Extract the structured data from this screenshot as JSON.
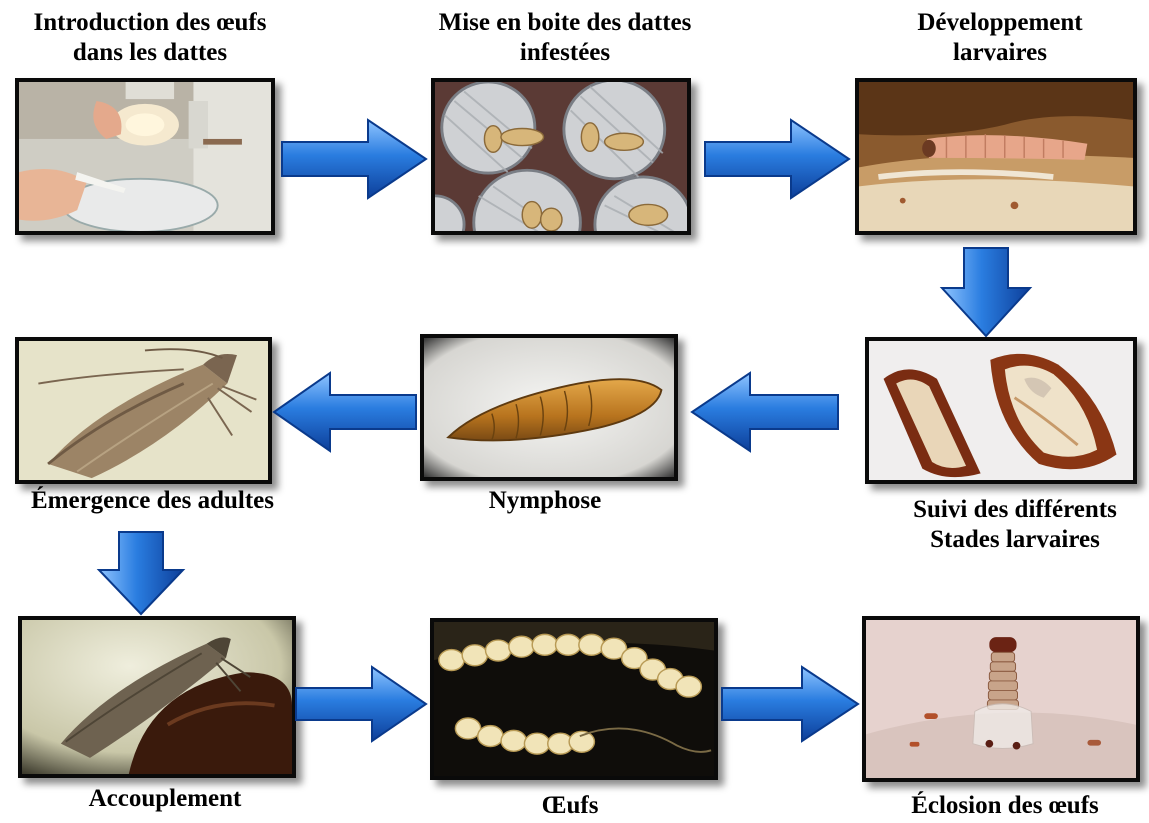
{
  "steps": {
    "introduction": {
      "label_line1": "Introduction des œufs",
      "label_line2": "dans les dattes",
      "image": "microscope-egg-introduction-photo"
    },
    "mise_en_boite": {
      "label_line1": "Mise en boite des dattes",
      "label_line2": "infestées",
      "image": "dates-in-petri-dishes-photo"
    },
    "developpement": {
      "label_line1": "Développement",
      "label_line2": "larvaires",
      "image": "larva-inside-date-photo"
    },
    "suivi": {
      "label_line1": "Suivi des différents",
      "label_line2": "Stades  larvaires",
      "image": "opened-dates-larval-stages-photo"
    },
    "nymphose": {
      "label": "Nymphose",
      "image": "pupa-photo"
    },
    "emergence": {
      "label": "Émergence des adultes",
      "image": "adult-moth-photo"
    },
    "accouplement": {
      "label": "Accouplement",
      "image": "mating-moth-on-date-photo"
    },
    "oeufs": {
      "label": "Œufs",
      "image": "egg-chains-photo"
    },
    "eclosion": {
      "label": "Éclosion des œufs",
      "image": "hatching-larva-photo"
    }
  },
  "arrows": {
    "color": "#1f6fd6",
    "icon": "block-arrow-icon"
  }
}
